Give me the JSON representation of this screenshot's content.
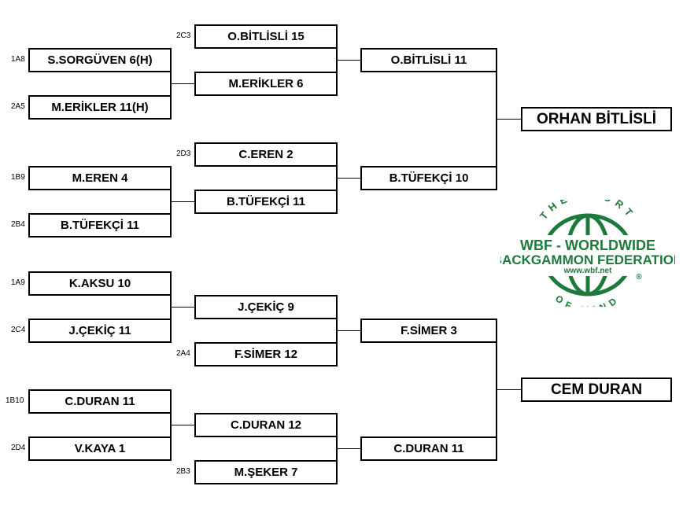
{
  "round1": [
    {
      "seed": "1A8",
      "label": "S.SORGÜVEN 6(H)"
    },
    {
      "seed": "2A5",
      "label": "M.ERİKLER 11(H)"
    },
    {
      "seed": "1B9",
      "label": "M.EREN 4"
    },
    {
      "seed": "2B4",
      "label": "B.TÜFEKÇİ 11"
    },
    {
      "seed": "1A9",
      "label": "K.AKSU 10"
    },
    {
      "seed": "2C4",
      "label": "J.ÇEKİÇ 11"
    },
    {
      "seed": "1B10",
      "label": "C.DURAN 11"
    },
    {
      "seed": "2D4",
      "label": "V.KAYA 1"
    }
  ],
  "round2": [
    {
      "seed": "2C3",
      "label": "O.BİTLİSLİ 15"
    },
    {
      "seed": "",
      "label": "M.ERİKLER 6"
    },
    {
      "seed": "2D3",
      "label": "C.EREN 2"
    },
    {
      "seed": "",
      "label": "B.TÜFEKÇİ 11"
    },
    {
      "seed": "",
      "label": "J.ÇEKİÇ 9"
    },
    {
      "seed": "2A4",
      "label": "F.SİMER 12"
    },
    {
      "seed": "",
      "label": "C.DURAN 12"
    },
    {
      "seed": "2B3",
      "label": "M.ŞEKER 7"
    }
  ],
  "round3": [
    {
      "label": "O.BİTLİSLİ 11"
    },
    {
      "label": "B.TÜFEKÇİ 10"
    },
    {
      "label": "F.SİMER 3"
    },
    {
      "label": "C.DURAN 11"
    }
  ],
  "finalists": [
    {
      "label": "ORHAN BİTLİSLİ"
    },
    {
      "label": "CEM DURAN"
    }
  ],
  "logo": {
    "top_text": "THE SPORT",
    "line1": "WBF - WORLDWIDE",
    "line2": "BACKGAMMON FEDERATION",
    "url": "www.wbf.net",
    "registered": "®",
    "bottom_text": "OF MIND",
    "color": "#1e7a3c"
  }
}
